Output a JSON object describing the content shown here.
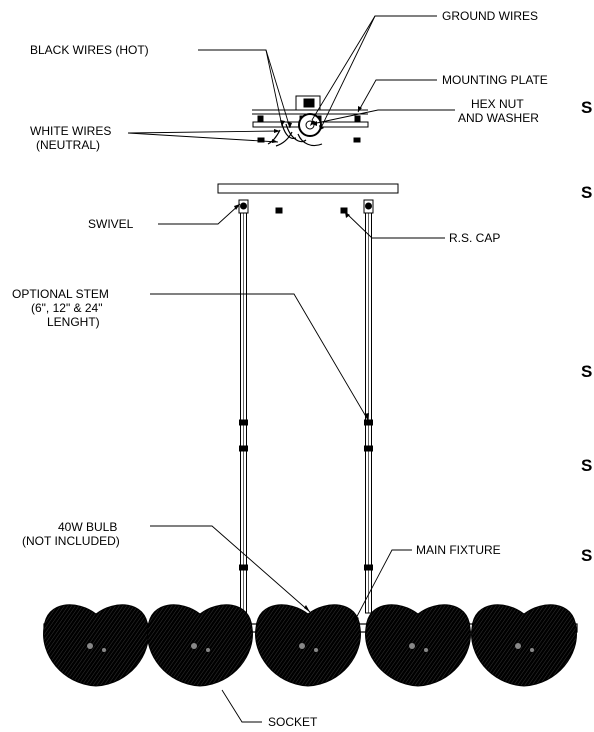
{
  "labels": {
    "ground_wires": "GROUND WIRES",
    "black_wires": "BLACK WIRES (HOT)",
    "mounting_plate": "MOUNTING PLATE",
    "hex_nut_1": "HEX NUT",
    "hex_nut_2": "AND WASHER",
    "white_wires_1": "WHITE WIRES",
    "white_wires_2": "(NEUTRAL)",
    "swivel": "SWIVEL",
    "rs_cap": "R.S. CAP",
    "optional_stem_1": "OPTIONAL STEM",
    "optional_stem_2": "(6\", 12\" & 24\"",
    "optional_stem_3": "LENGHT)",
    "bulb_1": "40W BULB",
    "bulb_2": "(NOT INCLUDED)",
    "main_fixture": "MAIN FIXTURE",
    "socket": "SOCKET"
  },
  "side_letters": [
    "S",
    "S",
    "S",
    "S",
    "S"
  ]
}
